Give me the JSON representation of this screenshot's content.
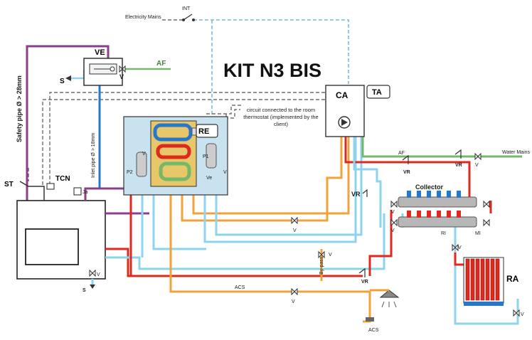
{
  "title": "KIT N3 BIS",
  "labels": {
    "int": "INT",
    "electricity_mains": "Electricity Mains",
    "ve": "VE",
    "af": "AF",
    "s": "S",
    "v": "V",
    "safety_pipe": "Safety pipe Ø > 28mm",
    "inlet_pipe": "Inlet pipe Ø > 18mm",
    "st": "ST",
    "tcn": "TCN",
    "ja": "Ja",
    "ca": "CA",
    "ta": "TA",
    "re": "RE",
    "circuit_note": "circuit connected to the room thermostat (implemented by the client)",
    "p1": "P1",
    "p2": "P2",
    "ve_small": "Ve",
    "water_mains": "Water Mains",
    "vr": "VR",
    "collector": "Collector",
    "ri": "RI",
    "mi": "MI",
    "by_pass": "By-pass",
    "acs": "ACS",
    "ra": "RA"
  },
  "colors": {
    "purple": "#8e3f8c",
    "red": "#dd2a1f",
    "orange": "#f0a33a",
    "light_blue": "#8ed3ec",
    "green": "#74b868",
    "dark_blue": "#2778c8",
    "dashed": "#555555",
    "dashed_blue": "#7bbbd6"
  }
}
